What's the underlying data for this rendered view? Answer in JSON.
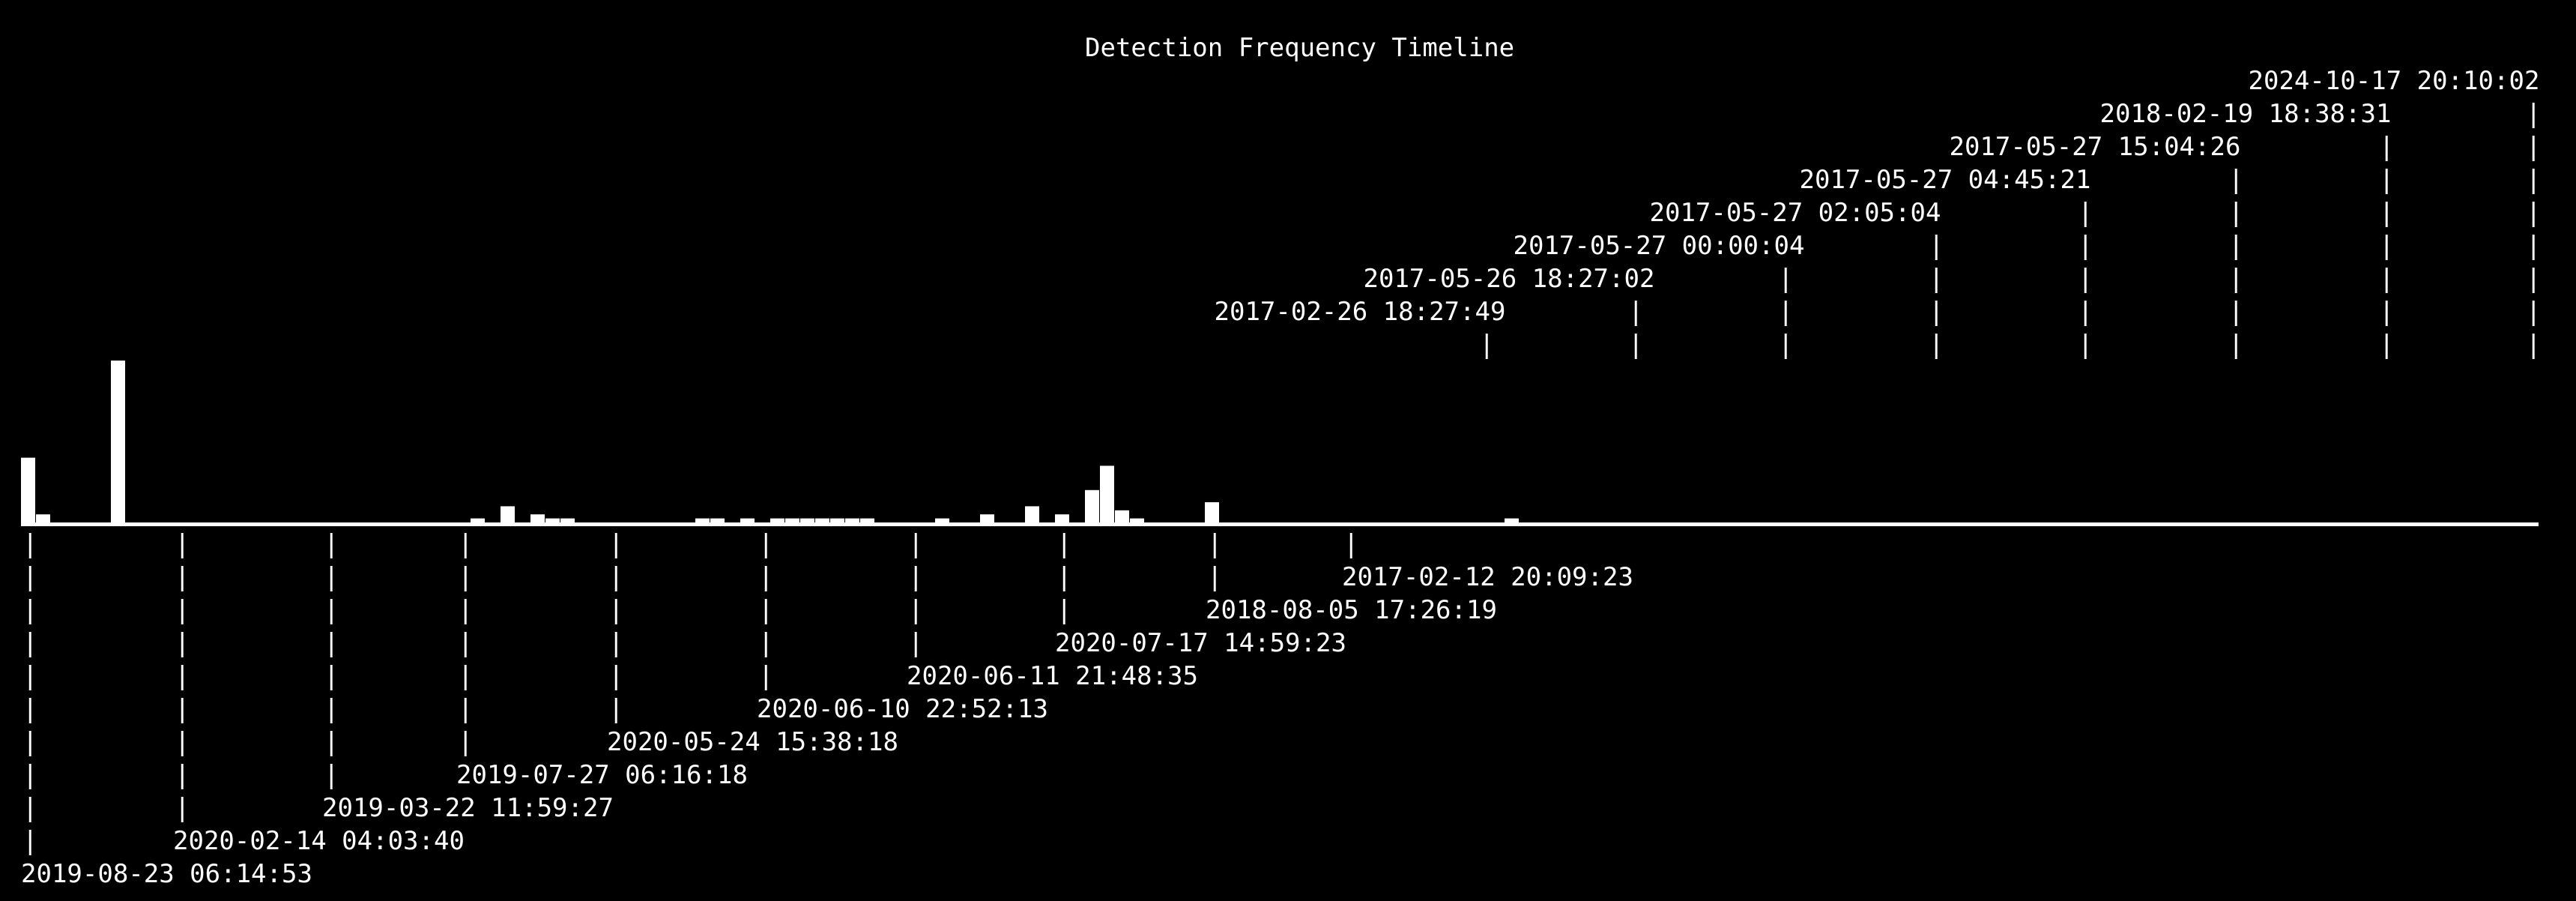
{
  "chart_data": {
    "type": "bar",
    "title": "Detection Frequency Timeline",
    "values": [
      8,
      1,
      0,
      0,
      0,
      0,
      20,
      0,
      0,
      0,
      0,
      0,
      0,
      0,
      0,
      0,
      0,
      0,
      0,
      0,
      0,
      0,
      0,
      0,
      0,
      0,
      0,
      0,
      0,
      0,
      0.5,
      0,
      2,
      0,
      1,
      0.5,
      0.5,
      0,
      0,
      0,
      0,
      0,
      0,
      0,
      0,
      0.5,
      0.5,
      0,
      0.5,
      0,
      0.5,
      0.5,
      0.5,
      0.5,
      0.5,
      0.5,
      0.5,
      0,
      0,
      0,
      0,
      0.5,
      0,
      0,
      1,
      0,
      0,
      2,
      0,
      1,
      0,
      4,
      7,
      1.5,
      0.5,
      0,
      0,
      0,
      0,
      2.5,
      0,
      0,
      0,
      0,
      0,
      0,
      0,
      0,
      0,
      0,
      0,
      0,
      0,
      0,
      0,
      0,
      0,
      0,
      0,
      0.5,
      0,
      0,
      0,
      0,
      0,
      0,
      0,
      0,
      0,
      0,
      0,
      0,
      0,
      0,
      0,
      0,
      0,
      0,
      0,
      0,
      0,
      0,
      0,
      0,
      0,
      0,
      0,
      0,
      0,
      0,
      0,
      0,
      0,
      0,
      0,
      0,
      0,
      0,
      0,
      0,
      0,
      0,
      0,
      0,
      0,
      0,
      0,
      0,
      0,
      0,
      0,
      0,
      0,
      0,
      0,
      0,
      0,
      0,
      0,
      0,
      0,
      0,
      0,
      0,
      0,
      0,
      0,
      0,
      0,
      0,
      0,
      0,
      0,
      0,
      0,
      0,
      0,
      0,
      0,
      0
    ],
    "top_labels": [
      "2024-10-17 20:10:02",
      "2018-02-19 18:38:31",
      "2017-05-27 15:04:26",
      "2017-05-27 04:45:21",
      "2017-05-27 02:05:04",
      "2017-05-27 00:00:04",
      "2017-05-26 18:27:02",
      "2017-02-26 18:27:49"
    ],
    "bottom_labels": [
      "2017-02-12 20:09:23",
      "2018-08-05 17:26:19",
      "2020-07-17 14:59:23",
      "2020-06-11 21:48:35",
      "2020-06-10 22:52:13",
      "2020-05-24 15:38:18",
      "2019-07-27 06:16:18",
      "2019-03-22 11:59:27",
      "2020-02-14 04:03:40",
      "2019-08-23 06:14:53"
    ]
  }
}
